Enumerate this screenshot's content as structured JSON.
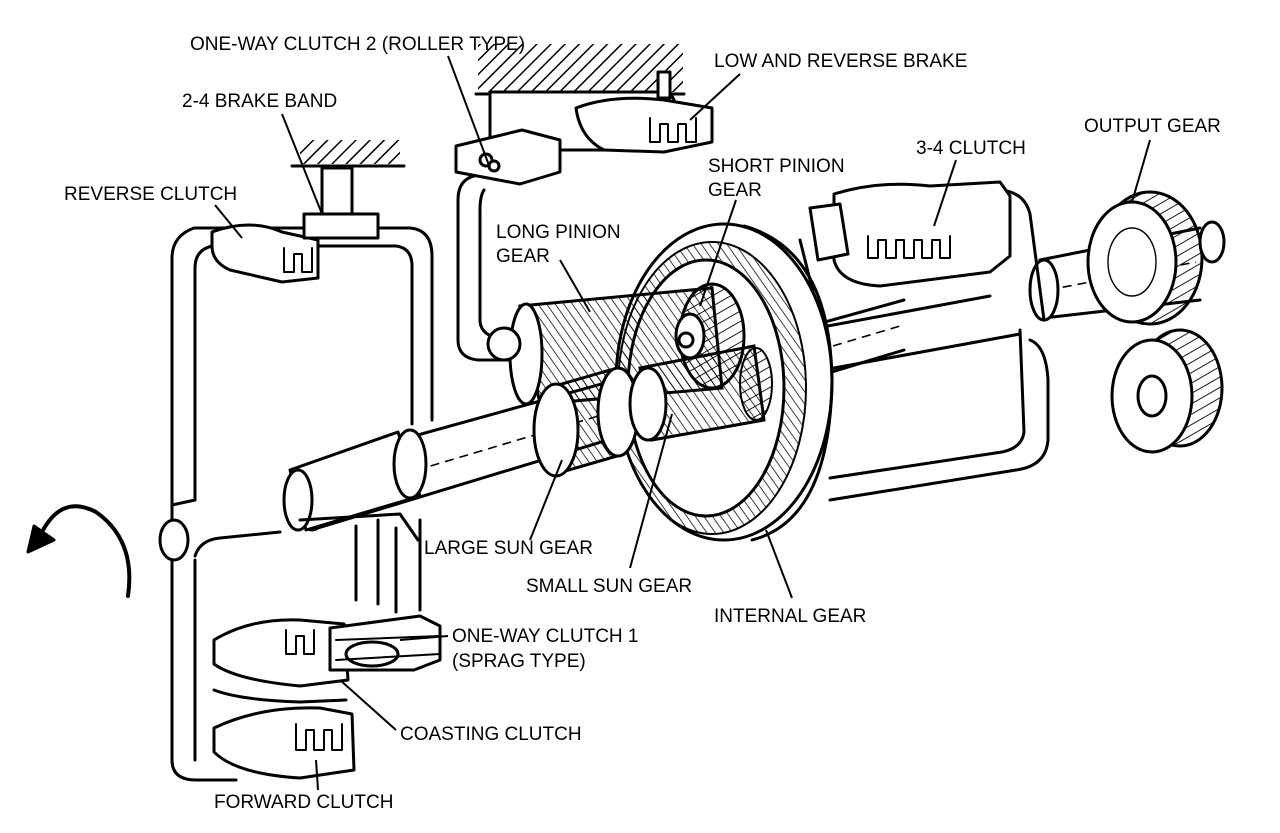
{
  "labels": {
    "one_way_clutch_2": "ONE-WAY CLUTCH 2 (ROLLER TYPE)",
    "low_reverse_brake": "LOW AND REVERSE BRAKE",
    "brake_band_2_4": "2-4 BRAKE BAND",
    "short_pinion_1": "SHORT PINION",
    "short_pinion_2": "GEAR",
    "clutch_3_4": "3-4 CLUTCH",
    "output_gear": "OUTPUT GEAR",
    "reverse_clutch": "REVERSE CLUTCH",
    "long_pinion_1": "LONG PINION",
    "long_pinion_2": "GEAR",
    "large_sun_gear": "LARGE SUN GEAR",
    "small_sun_gear": "SMALL SUN GEAR",
    "internal_gear": "INTERNAL GEAR",
    "one_way_clutch_1_1": "ONE-WAY CLUTCH 1",
    "one_way_clutch_1_2": "(SPRAG TYPE)",
    "coasting_clutch": "COASTING CLUTCH",
    "forward_clutch": "FORWARD CLUTCH"
  },
  "icons": {
    "rotation": "curved-arrow-icon"
  }
}
